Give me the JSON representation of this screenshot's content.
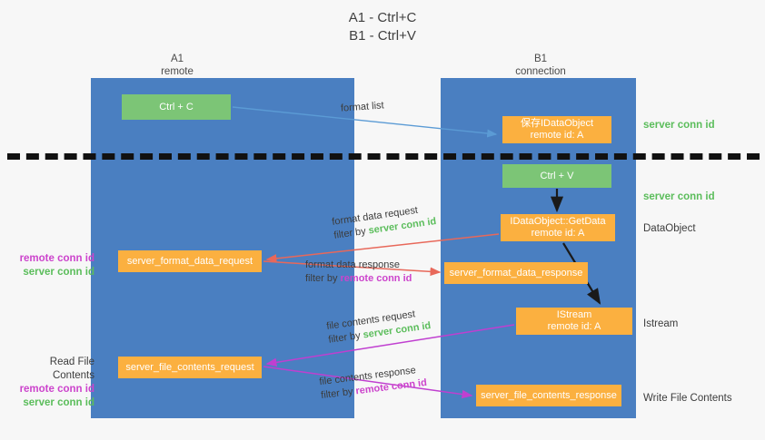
{
  "title": {
    "line1": "A1 - Ctrl+C",
    "line2": "B1 - Ctrl+V"
  },
  "lanes": [
    {
      "id": "a1",
      "name": "A1",
      "role": "remote",
      "color": "#4a7fc1"
    },
    {
      "id": "b1",
      "name": "B1",
      "role": "connection",
      "color": "#4a7fc1"
    }
  ],
  "colors": {
    "lane": "#4a7fc1",
    "green_node": "#7cc576",
    "orange_node": "#fbb040",
    "server_conn_id": "#5bbd5b",
    "remote_conn_id": "#cc44cc",
    "arrow_blue": "#5b9bd5",
    "arrow_red": "#e8685a",
    "arrow_magenta": "#c03fd0",
    "arrow_black": "#1a1a1a",
    "divider": "#111111",
    "background": "#f7f7f7"
  },
  "nodes": {
    "ctrl_c": {
      "label": "Ctrl + C",
      "kind": "green"
    },
    "save_idataobject": {
      "label": "保存IDataObject",
      "sublabel": "remote id: A",
      "kind": "orange"
    },
    "ctrl_v": {
      "label": "Ctrl + V",
      "kind": "green"
    },
    "getdata": {
      "label": "IDataObject::GetData",
      "sublabel": "remote id: A",
      "kind": "orange"
    },
    "istream": {
      "label": "IStream",
      "sublabel": "remote id: A",
      "kind": "orange"
    },
    "server_format_data_request": {
      "label": "server_format_data_request",
      "kind": "orange"
    },
    "server_format_data_response": {
      "label": "server_format_data_response",
      "kind": "orange"
    },
    "server_file_contents_request": {
      "label": "server_file_contents_request",
      "kind": "orange"
    },
    "server_file_contents_response": {
      "label": "server_file_contents_response",
      "kind": "orange"
    }
  },
  "flows": [
    {
      "id": "format_list",
      "caption": "format list",
      "filter_prefix": "",
      "filter_token": "",
      "arrow": "blue"
    },
    {
      "id": "format_data_request",
      "caption": "format data request",
      "filter_prefix": "filter by ",
      "filter_token": "server conn id",
      "arrow": "red"
    },
    {
      "id": "format_data_response",
      "caption": "format data response",
      "filter_prefix": "filter by ",
      "filter_token": "remote conn id",
      "arrow": "red"
    },
    {
      "id": "file_contents_request",
      "caption": "file contents request",
      "filter_prefix": "filter by ",
      "filter_token": "server conn id",
      "arrow": "magenta"
    },
    {
      "id": "file_contents_response",
      "caption": "file contents response",
      "filter_prefix": "filter by ",
      "filter_token": "remote conn id",
      "arrow": "magenta"
    }
  ],
  "side_labels": {
    "server_conn_id_top": "server conn id",
    "server_conn_id_mid": "server conn id",
    "dataobject": "DataObject",
    "istream": "Istream",
    "write_file_contents": "Write File Contents",
    "read_file_contents": "Read File Contents",
    "remote_conn_id": "remote conn id",
    "server_conn_id": "server conn id"
  }
}
